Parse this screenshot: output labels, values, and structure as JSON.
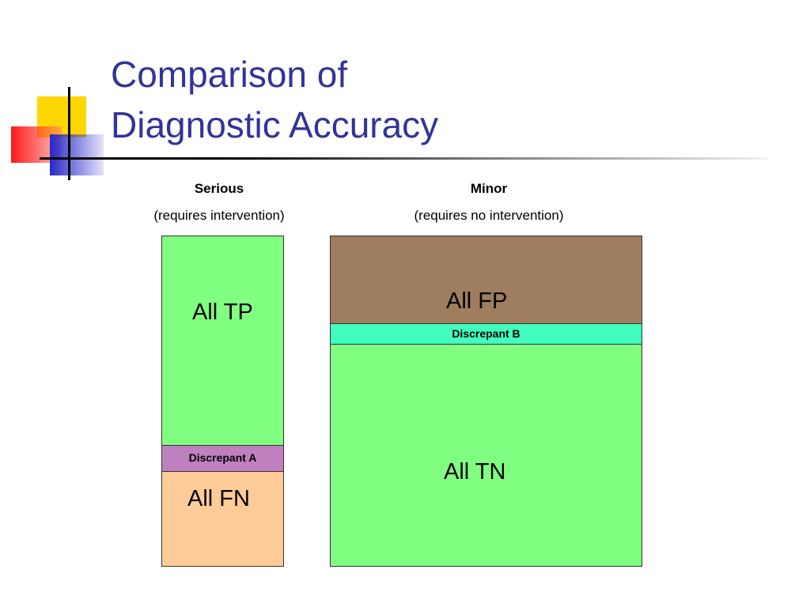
{
  "title": {
    "line1": "Comparison of",
    "line2": "Diagnostic Accuracy"
  },
  "columns": {
    "serious": {
      "heading": "Serious",
      "subheading": "(requires intervention)",
      "segments": {
        "tp": {
          "label": "All TP",
          "color": "#80ff80"
        },
        "discrepant": {
          "label": "Discrepant A",
          "color": "#c080c0"
        },
        "fn": {
          "label": "All FN",
          "color": "#ffcc99"
        }
      }
    },
    "minor": {
      "heading": "Minor",
      "subheading": "(requires no intervention)",
      "segments": {
        "fp": {
          "label": "All FP",
          "color": "#9e7e5f"
        },
        "discrepant": {
          "label": "Discrepant B",
          "color": "#40ffc0"
        },
        "tn": {
          "label": "All TN",
          "color": "#80ff80"
        }
      }
    }
  },
  "decoration": {
    "logo_colors": [
      "#ffd700",
      "#ff0000",
      "#2828c8"
    ]
  }
}
